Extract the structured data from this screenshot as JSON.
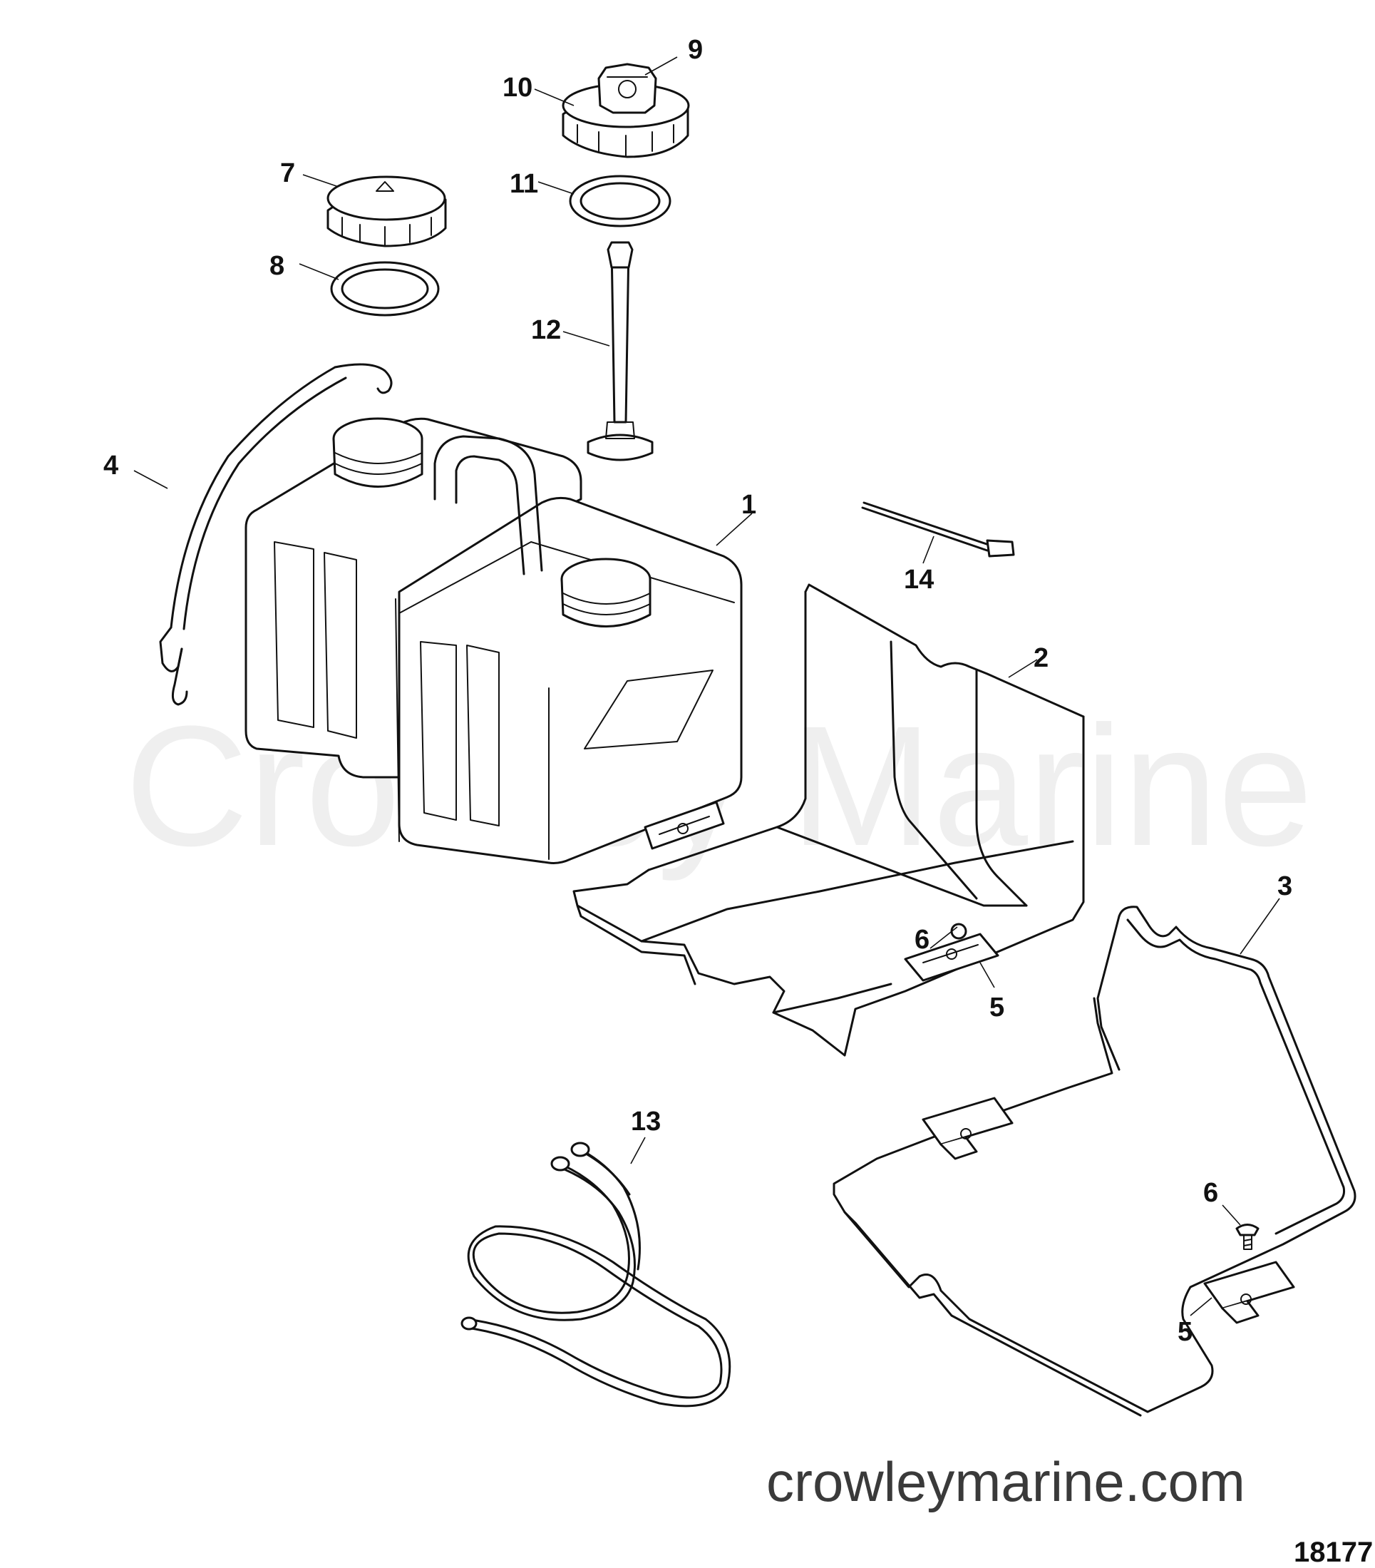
{
  "watermark": "Crowley Marine",
  "site_url": "crowleymarine.com",
  "diagram_id": "18177",
  "callouts": {
    "c1": "1",
    "c2": "2",
    "c3": "3",
    "c4": "4",
    "c5a": "5",
    "c5b": "5",
    "c6a": "6",
    "c6b": "6",
    "c7": "7",
    "c8": "8",
    "c9": "9",
    "c10": "10",
    "c11": "11",
    "c12": "12",
    "c13": "13",
    "c14": "14"
  }
}
